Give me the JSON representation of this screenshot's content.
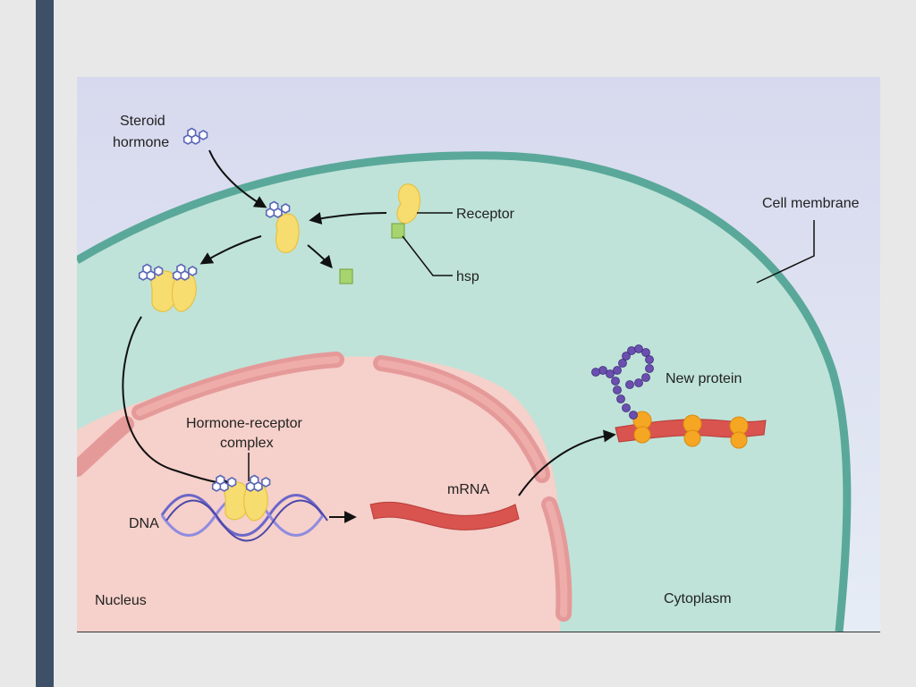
{
  "labels": {
    "steroid_hormone_line1": "Steroid",
    "steroid_hormone_line2": "hormone",
    "receptor": "Receptor",
    "hsp": "hsp",
    "cell_membrane": "Cell membrane",
    "new_protein": "New protein",
    "complex_line1": "Hormone-receptor",
    "complex_line2": "complex",
    "mrna": "mRNA",
    "dna": "DNA",
    "nucleus": "Nucleus",
    "cytoplasm": "Cytoplasm"
  },
  "colors": {
    "background": "#e8e8e8",
    "side_bar": "#3e5068",
    "extracellular": "#d9def0",
    "cytoplasm": "#bfe3d8",
    "membrane": "#5aa89a",
    "nucleus": "#f6d0ca",
    "nuclear_envelope": "#e59a9a",
    "receptor": "#f7dc6f",
    "hsp": "#a8d46f",
    "dna": "#6b67c9",
    "mrna": "#d9534f",
    "ribosome": "#f5a623",
    "protein_chain": "#6a4fb0"
  }
}
